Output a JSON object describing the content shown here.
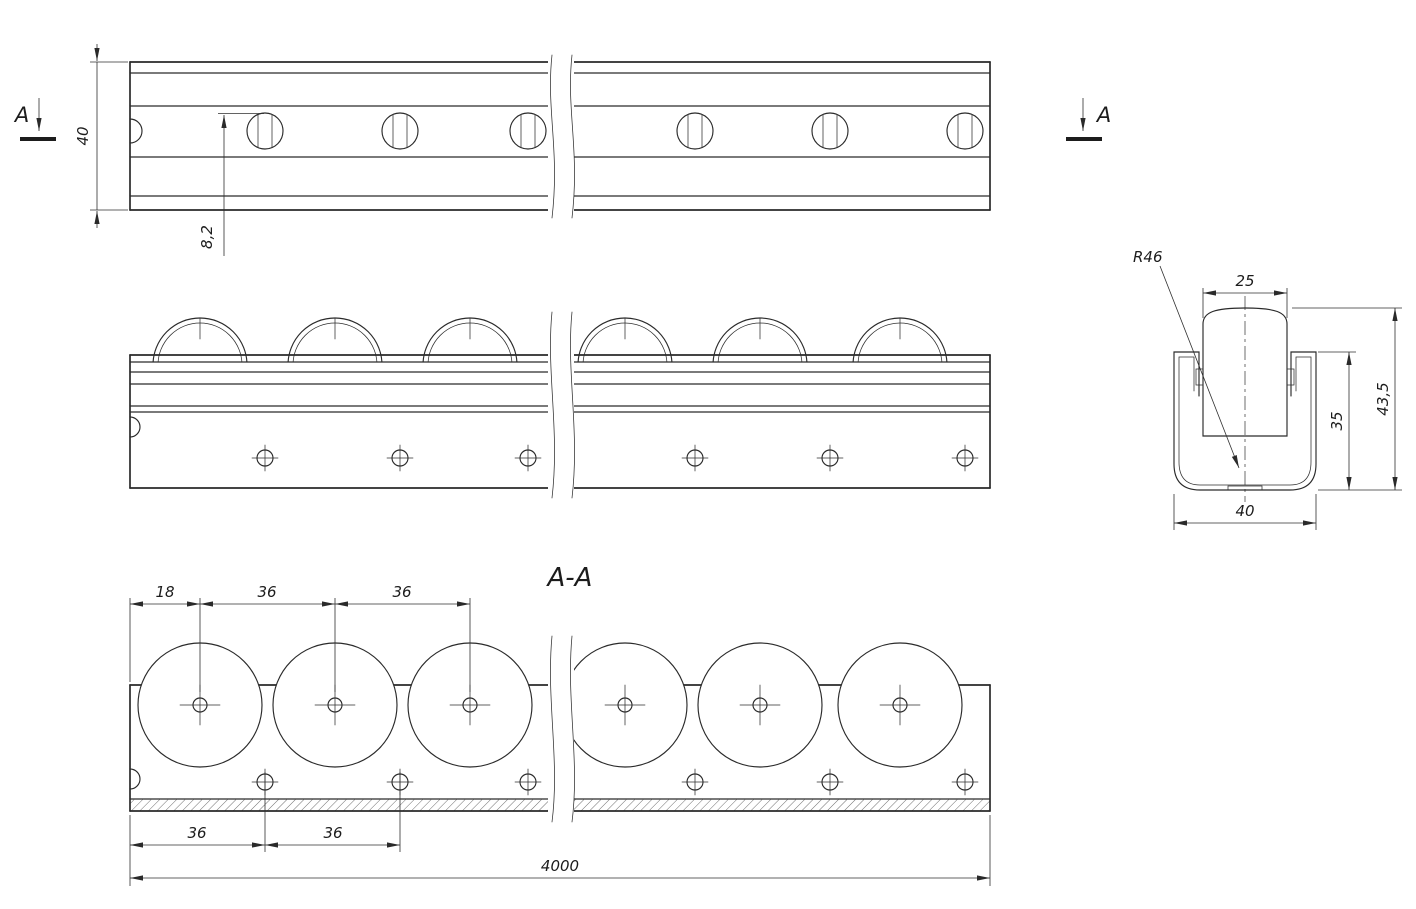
{
  "drawing": {
    "section_markers": {
      "left": "A",
      "right": "A"
    },
    "section_title": "A-A",
    "dims": {
      "rail_height": "40",
      "slot_offset": "8,2",
      "crown_radius": "R46",
      "roller_width": "25",
      "roller_height": "35",
      "overall_height": "43,5",
      "profile_width": "40",
      "edge_to_first_roller": "18",
      "roller_pitch_a": "36",
      "roller_pitch_b": "36",
      "hole_edge_offset": "36",
      "hole_pitch": "36",
      "overall_length": "4000"
    }
  }
}
